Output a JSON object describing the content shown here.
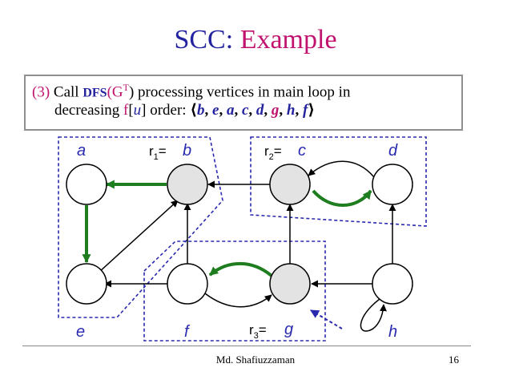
{
  "title": {
    "part1": "SCC:",
    "part2": "Example"
  },
  "description": {
    "step": "(3)",
    "call": "Call",
    "dfs": "DFS",
    "g": "(G",
    "sup": "T",
    "rest1": ") processing vertices in main loop in",
    "line2_pre": "decreasing",
    "f_label": "f",
    "u_open": "[",
    "u": "u",
    "u_close": "]",
    "order_text": "order:",
    "lbracket": "⟨",
    "rbracket": "⟩",
    "sequence": [
      "b",
      "e",
      "a",
      "c",
      "d",
      "g",
      "h",
      "f"
    ],
    "sep": ","
  },
  "diagram": {
    "vertices": [
      {
        "id": "a",
        "label": "a",
        "shaded": false
      },
      {
        "id": "b",
        "label": "b",
        "shaded": true,
        "root": "r",
        "root_index": "1",
        "eq": "="
      },
      {
        "id": "c",
        "label": "c",
        "shaded": true,
        "root": "r",
        "root_index": "2",
        "eq": "="
      },
      {
        "id": "d",
        "label": "d",
        "shaded": false
      },
      {
        "id": "e",
        "label": "e",
        "shaded": false
      },
      {
        "id": "f",
        "label": "f",
        "shaded": false
      },
      {
        "id": "g",
        "label": "g",
        "shaded": true,
        "root": "r",
        "root_index": "3",
        "eq": "="
      },
      {
        "id": "h",
        "label": "h",
        "shaded": false
      }
    ],
    "edges": [
      {
        "from": "b",
        "to": "a",
        "tree": true
      },
      {
        "from": "a",
        "to": "e",
        "tree": true
      },
      {
        "from": "e",
        "to": "b",
        "tree": false
      },
      {
        "from": "f",
        "to": "b",
        "tree": false
      },
      {
        "from": "f",
        "to": "e",
        "tree": false
      },
      {
        "from": "c",
        "to": "b",
        "tree": false
      },
      {
        "from": "c",
        "to": "d",
        "tree": true
      },
      {
        "from": "d",
        "to": "c",
        "tree": false
      },
      {
        "from": "g",
        "to": "c",
        "tree": false
      },
      {
        "from": "g",
        "to": "f",
        "tree": true
      },
      {
        "from": "f",
        "to": "g",
        "tree": false
      },
      {
        "from": "h",
        "to": "g",
        "tree": false
      },
      {
        "from": "h",
        "to": "d",
        "tree": false
      },
      {
        "from": "h",
        "to": "h",
        "tree": false
      }
    ],
    "colors": {
      "tree_edge": "#1e7d1e",
      "shaded_fill": "#e3e3e3",
      "scc_border": "#2a2ab0",
      "pointer": "#2a2ab0"
    }
  },
  "footer": {
    "author": "Md. Shafiuzzaman",
    "page": "16"
  }
}
